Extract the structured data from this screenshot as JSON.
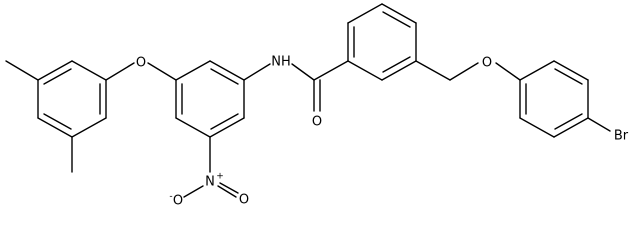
{
  "molecule": {
    "atom_labels": {
      "o_ether_left": "O",
      "nh": "NH",
      "o_carbonyl": "O",
      "o_ether_right": "O",
      "n_nitro": "N",
      "nitro_plus": "+",
      "o_nitro_minus": "O",
      "nitro_minus": "-",
      "o_nitro": "O",
      "br": "Br"
    }
  }
}
